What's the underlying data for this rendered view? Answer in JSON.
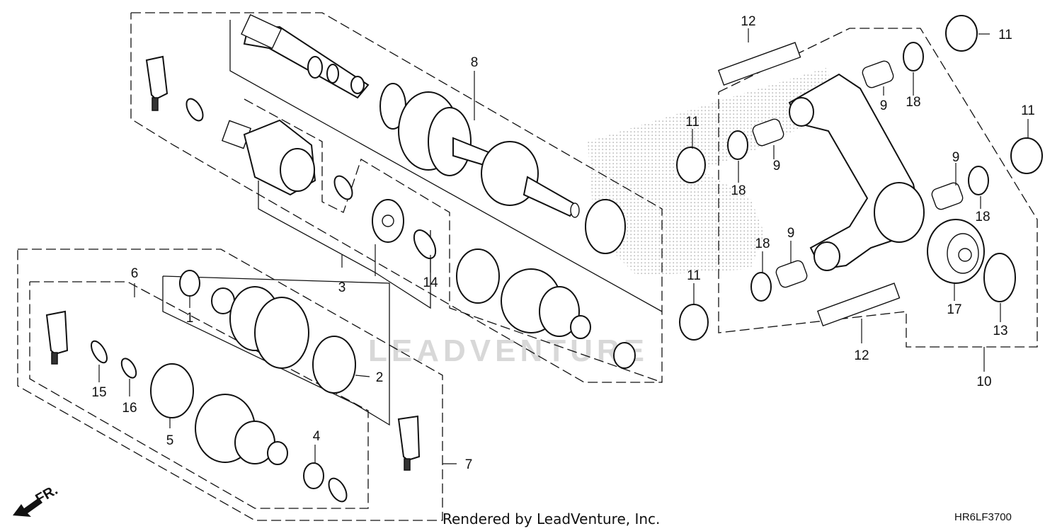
{
  "diagram": {
    "code": "HR6LF3700",
    "footer": "Rendered by LeadVenture, Inc.",
    "watermark": "LEADVENTURE",
    "direction_label": "FR.",
    "callouts": [
      {
        "id": "c1",
        "label": "1"
      },
      {
        "id": "c2",
        "label": "2"
      },
      {
        "id": "c3",
        "label": "3"
      },
      {
        "id": "c4",
        "label": "4"
      },
      {
        "id": "c5",
        "label": "5"
      },
      {
        "id": "c6",
        "label": "6"
      },
      {
        "id": "c7",
        "label": "7"
      },
      {
        "id": "c8",
        "label": "8"
      },
      {
        "id": "c9a",
        "label": "9"
      },
      {
        "id": "c9b",
        "label": "9"
      },
      {
        "id": "c9c",
        "label": "9"
      },
      {
        "id": "c9d",
        "label": "9"
      },
      {
        "id": "c10",
        "label": "10"
      },
      {
        "id": "c11a",
        "label": "11"
      },
      {
        "id": "c11b",
        "label": "11"
      },
      {
        "id": "c11c",
        "label": "11"
      },
      {
        "id": "c11d",
        "label": "11"
      },
      {
        "id": "c12a",
        "label": "12"
      },
      {
        "id": "c12b",
        "label": "12"
      },
      {
        "id": "c13",
        "label": "13"
      },
      {
        "id": "c14",
        "label": "14"
      },
      {
        "id": "c15",
        "label": "15"
      },
      {
        "id": "c16",
        "label": "16"
      },
      {
        "id": "c17",
        "label": "17"
      },
      {
        "id": "c18a",
        "label": "18"
      },
      {
        "id": "c18b",
        "label": "18"
      },
      {
        "id": "c18c",
        "label": "18"
      },
      {
        "id": "c18d",
        "label": "18"
      }
    ]
  }
}
